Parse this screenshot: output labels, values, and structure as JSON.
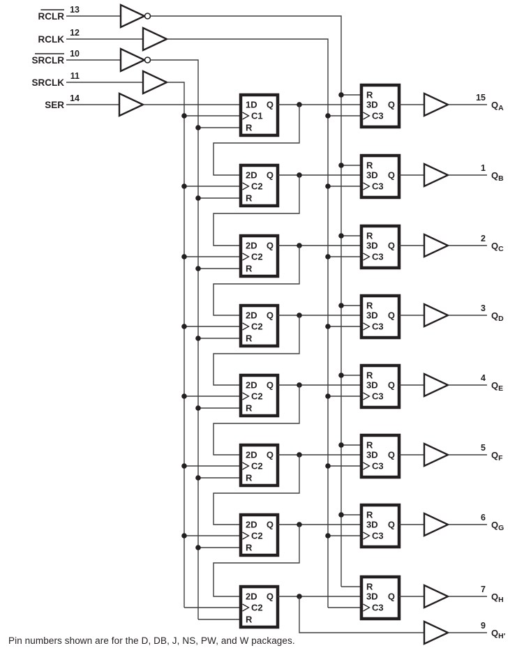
{
  "diagram": {
    "caption": "Pin numbers shown are for the D, DB, J, NS, PW, and W packages.",
    "colors": {
      "ink": "#231f20",
      "wire": "#3d3d3d",
      "background": "#ffffff"
    },
    "inputs": [
      {
        "label": "RCLR",
        "overline": true,
        "pin": "13",
        "gate": "inverter"
      },
      {
        "label": "RCLK",
        "overline": false,
        "pin": "12",
        "gate": "buffer"
      },
      {
        "label": "SRCLR",
        "overline": true,
        "pin": "10",
        "gate": "inverter"
      },
      {
        "label": "SRCLK",
        "overline": false,
        "pin": "11",
        "gate": "buffer"
      },
      {
        "label": "SER",
        "overline": false,
        "pin": "14",
        "gate": "buffer"
      }
    ],
    "shift_cells": [
      {
        "d": "1D",
        "q": "Q",
        "clock": "C1",
        "reset": "R"
      },
      {
        "d": "2D",
        "q": "Q",
        "clock": "C2",
        "reset": "R"
      },
      {
        "d": "2D",
        "q": "Q",
        "clock": "C2",
        "reset": "R"
      },
      {
        "d": "2D",
        "q": "Q",
        "clock": "C2",
        "reset": "R"
      },
      {
        "d": "2D",
        "q": "Q",
        "clock": "C2",
        "reset": "R"
      },
      {
        "d": "2D",
        "q": "Q",
        "clock": "C2",
        "reset": "R"
      },
      {
        "d": "2D",
        "q": "Q",
        "clock": "C2",
        "reset": "R"
      },
      {
        "d": "2D",
        "q": "Q",
        "clock": "C2",
        "reset": "R"
      }
    ],
    "storage_cells": [
      {
        "reset": "R",
        "d": "3D",
        "q": "Q",
        "clock": "C3"
      },
      {
        "reset": "R",
        "d": "3D",
        "q": "Q",
        "clock": "C3"
      },
      {
        "reset": "R",
        "d": "3D",
        "q": "Q",
        "clock": "C3"
      },
      {
        "reset": "R",
        "d": "3D",
        "q": "Q",
        "clock": "C3"
      },
      {
        "reset": "R",
        "d": "3D",
        "q": "Q",
        "clock": "C3"
      },
      {
        "reset": "R",
        "d": "3D",
        "q": "Q",
        "clock": "C3"
      },
      {
        "reset": "R",
        "d": "3D",
        "q": "Q",
        "clock": "C3"
      },
      {
        "reset": "R",
        "d": "3D",
        "q": "Q",
        "clock": "C3"
      }
    ],
    "outputs": [
      {
        "pin": "15",
        "base": "Q",
        "sub": "A"
      },
      {
        "pin": "1",
        "base": "Q",
        "sub": "B"
      },
      {
        "pin": "2",
        "base": "Q",
        "sub": "C"
      },
      {
        "pin": "3",
        "base": "Q",
        "sub": "D"
      },
      {
        "pin": "4",
        "base": "Q",
        "sub": "E"
      },
      {
        "pin": "5",
        "base": "Q",
        "sub": "F"
      },
      {
        "pin": "6",
        "base": "Q",
        "sub": "G"
      },
      {
        "pin": "7",
        "base": "Q",
        "sub": "H"
      },
      {
        "pin": "9",
        "base": "Q",
        "sub": "H′"
      }
    ]
  }
}
